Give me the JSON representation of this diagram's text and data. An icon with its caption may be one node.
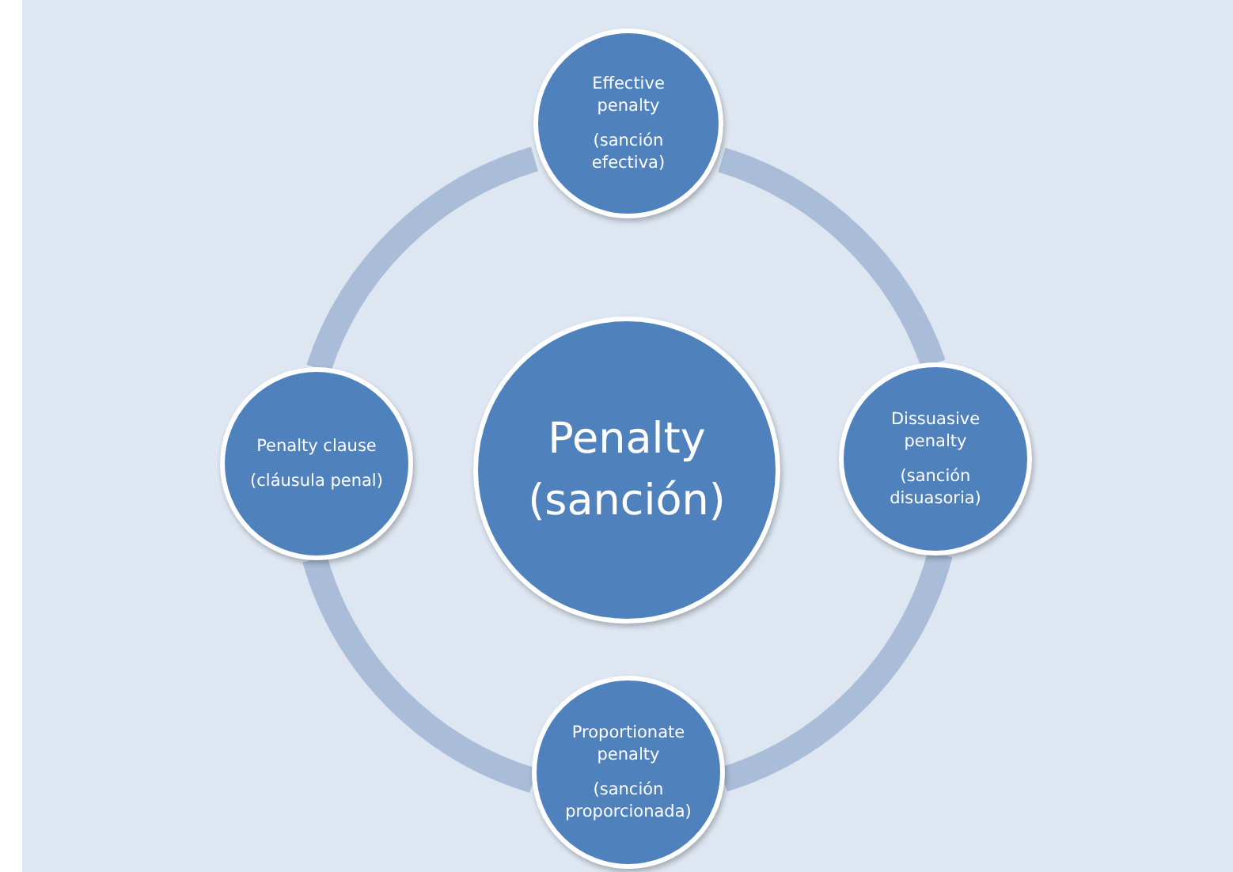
{
  "diagram": {
    "nodes": [
      {
        "text": [
          "Effective penalty",
          "(sanción efectiva)"
        ]
      },
      {
        "text": [
          "Penalty clause",
          "(cláusula penal)"
        ]
      },
      {
        "text": [
          "Penalty",
          "(sanción)"
        ]
      },
      {
        "text": [
          "Dissuasive penalty",
          "(sanción disuasoria)"
        ]
      },
      {
        "text": [
          "Proportionate penalty",
          "(sanción proporcionada)"
        ]
      }
    ],
    "edges": [
      {
        "from": 0,
        "to": 3,
        "arrow": "none"
      },
      {
        "from": 3,
        "to": 4,
        "arrow": "none"
      },
      {
        "from": 4,
        "to": 1,
        "arrow": "none"
      },
      {
        "from": 1,
        "to": 0,
        "arrow": "none"
      }
    ]
  }
}
